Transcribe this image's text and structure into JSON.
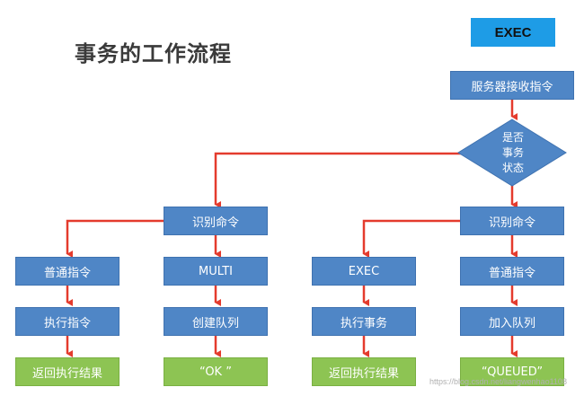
{
  "title": "事务的工作流程",
  "exec_tag": "EXEC",
  "receive": "服务器接收指令",
  "decision": [
    "是否",
    "事务",
    "状态"
  ],
  "left_branch": {
    "identify": "识别命令",
    "normal": {
      "step1": "普通指令",
      "step2": "执行指令",
      "result": "返回执行结果"
    },
    "multi": {
      "step1": "MULTI",
      "step2": "创建队列",
      "result": "“OK ”"
    }
  },
  "right_branch": {
    "identify": "识别命令",
    "exec": {
      "step1": "EXEC",
      "step2": "执行事务",
      "result": "返回执行结果"
    },
    "normal": {
      "step1": "普通指令",
      "step2": "加入队列",
      "result": "“QUEUED”"
    }
  },
  "watermark": "https://blog.csdn.net/liangwenhao1108"
}
